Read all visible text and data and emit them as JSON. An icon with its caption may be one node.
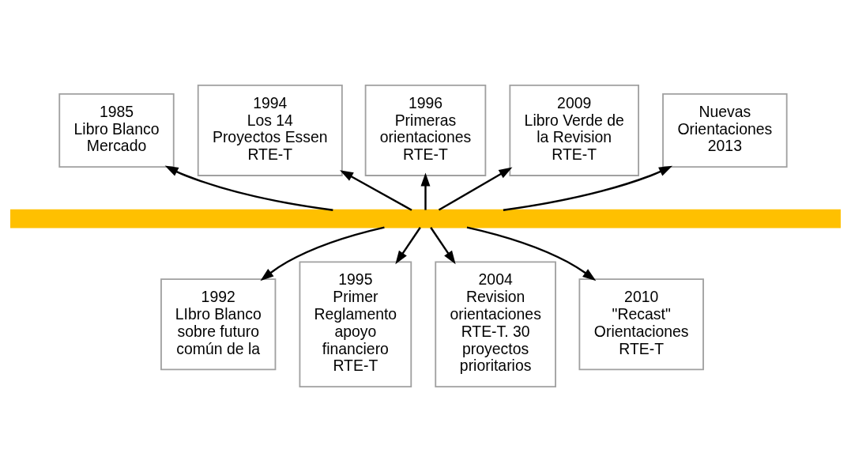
{
  "diagram": {
    "nodes": [
      {
        "text": [
          "1985",
          "Libro Blanco Mercado"
        ]
      },
      {
        "text": [
          "1994",
          "Los 14 Proyectos Essen RTE-T"
        ]
      },
      {
        "text": [
          "1996",
          "Primeras orientaciones RTE-T"
        ]
      },
      {
        "text": [
          "2009",
          "Libro Verde de la Revision RTE-T"
        ]
      },
      {
        "text": [
          "Nuevas Orientaciones 2013"
        ]
      },
      {
        "text": [],
        "shape": "bar"
      },
      {
        "text": [
          "1992",
          "LIbro Blanco sobre futuro común de la"
        ]
      },
      {
        "text": [
          "1995",
          "Primer Reglamento apoyo financiero RTE-T"
        ]
      },
      {
        "text": [
          "2004",
          "Revision orientaciones RTE-T. 30 proyectos prioritarios"
        ]
      },
      {
        "text": [
          "2010",
          "\"Recast\" Orientaciones RTE-T"
        ]
      }
    ],
    "edges": [
      {
        "from": 5,
        "to": 0,
        "arrow": "to"
      },
      {
        "from": 5,
        "to": 1,
        "arrow": "to"
      },
      {
        "from": 5,
        "to": 2,
        "arrow": "to"
      },
      {
        "from": 5,
        "to": 3,
        "arrow": "to"
      },
      {
        "from": 5,
        "to": 4,
        "arrow": "to"
      },
      {
        "from": 5,
        "to": 6,
        "arrow": "to"
      },
      {
        "from": 5,
        "to": 7,
        "arrow": "to"
      },
      {
        "from": 5,
        "to": 8,
        "arrow": "to"
      },
      {
        "from": 5,
        "to": 9,
        "arrow": "to"
      }
    ]
  }
}
